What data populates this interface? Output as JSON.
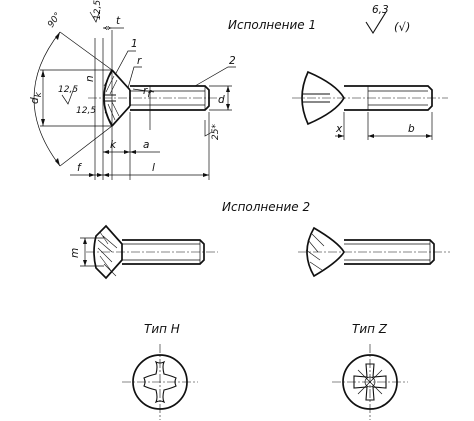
{
  "captions": {
    "version_1": "Исполнение 1",
    "version_2": "Исполнение 2",
    "type_h": "Тип H",
    "type_z": "Тип Z"
  },
  "roughness": {
    "value": "6,3",
    "note": "(√)"
  },
  "dimensions": {
    "angle": "90°",
    "t": "t",
    "rough_top": "12,5",
    "leader_1": "1",
    "leader_2": "2",
    "r": "r",
    "r1": "r",
    "r1_sub": "f",
    "n": "n",
    "dk": "d",
    "dk_sub": "k",
    "rough_left": "12,5",
    "rough_left2": "12,5",
    "d": "d",
    "k": "k",
    "a": "a",
    "f": "f",
    "l": "l",
    "chamfer": "25*",
    "x": "x",
    "b": "b",
    "m": "m"
  }
}
